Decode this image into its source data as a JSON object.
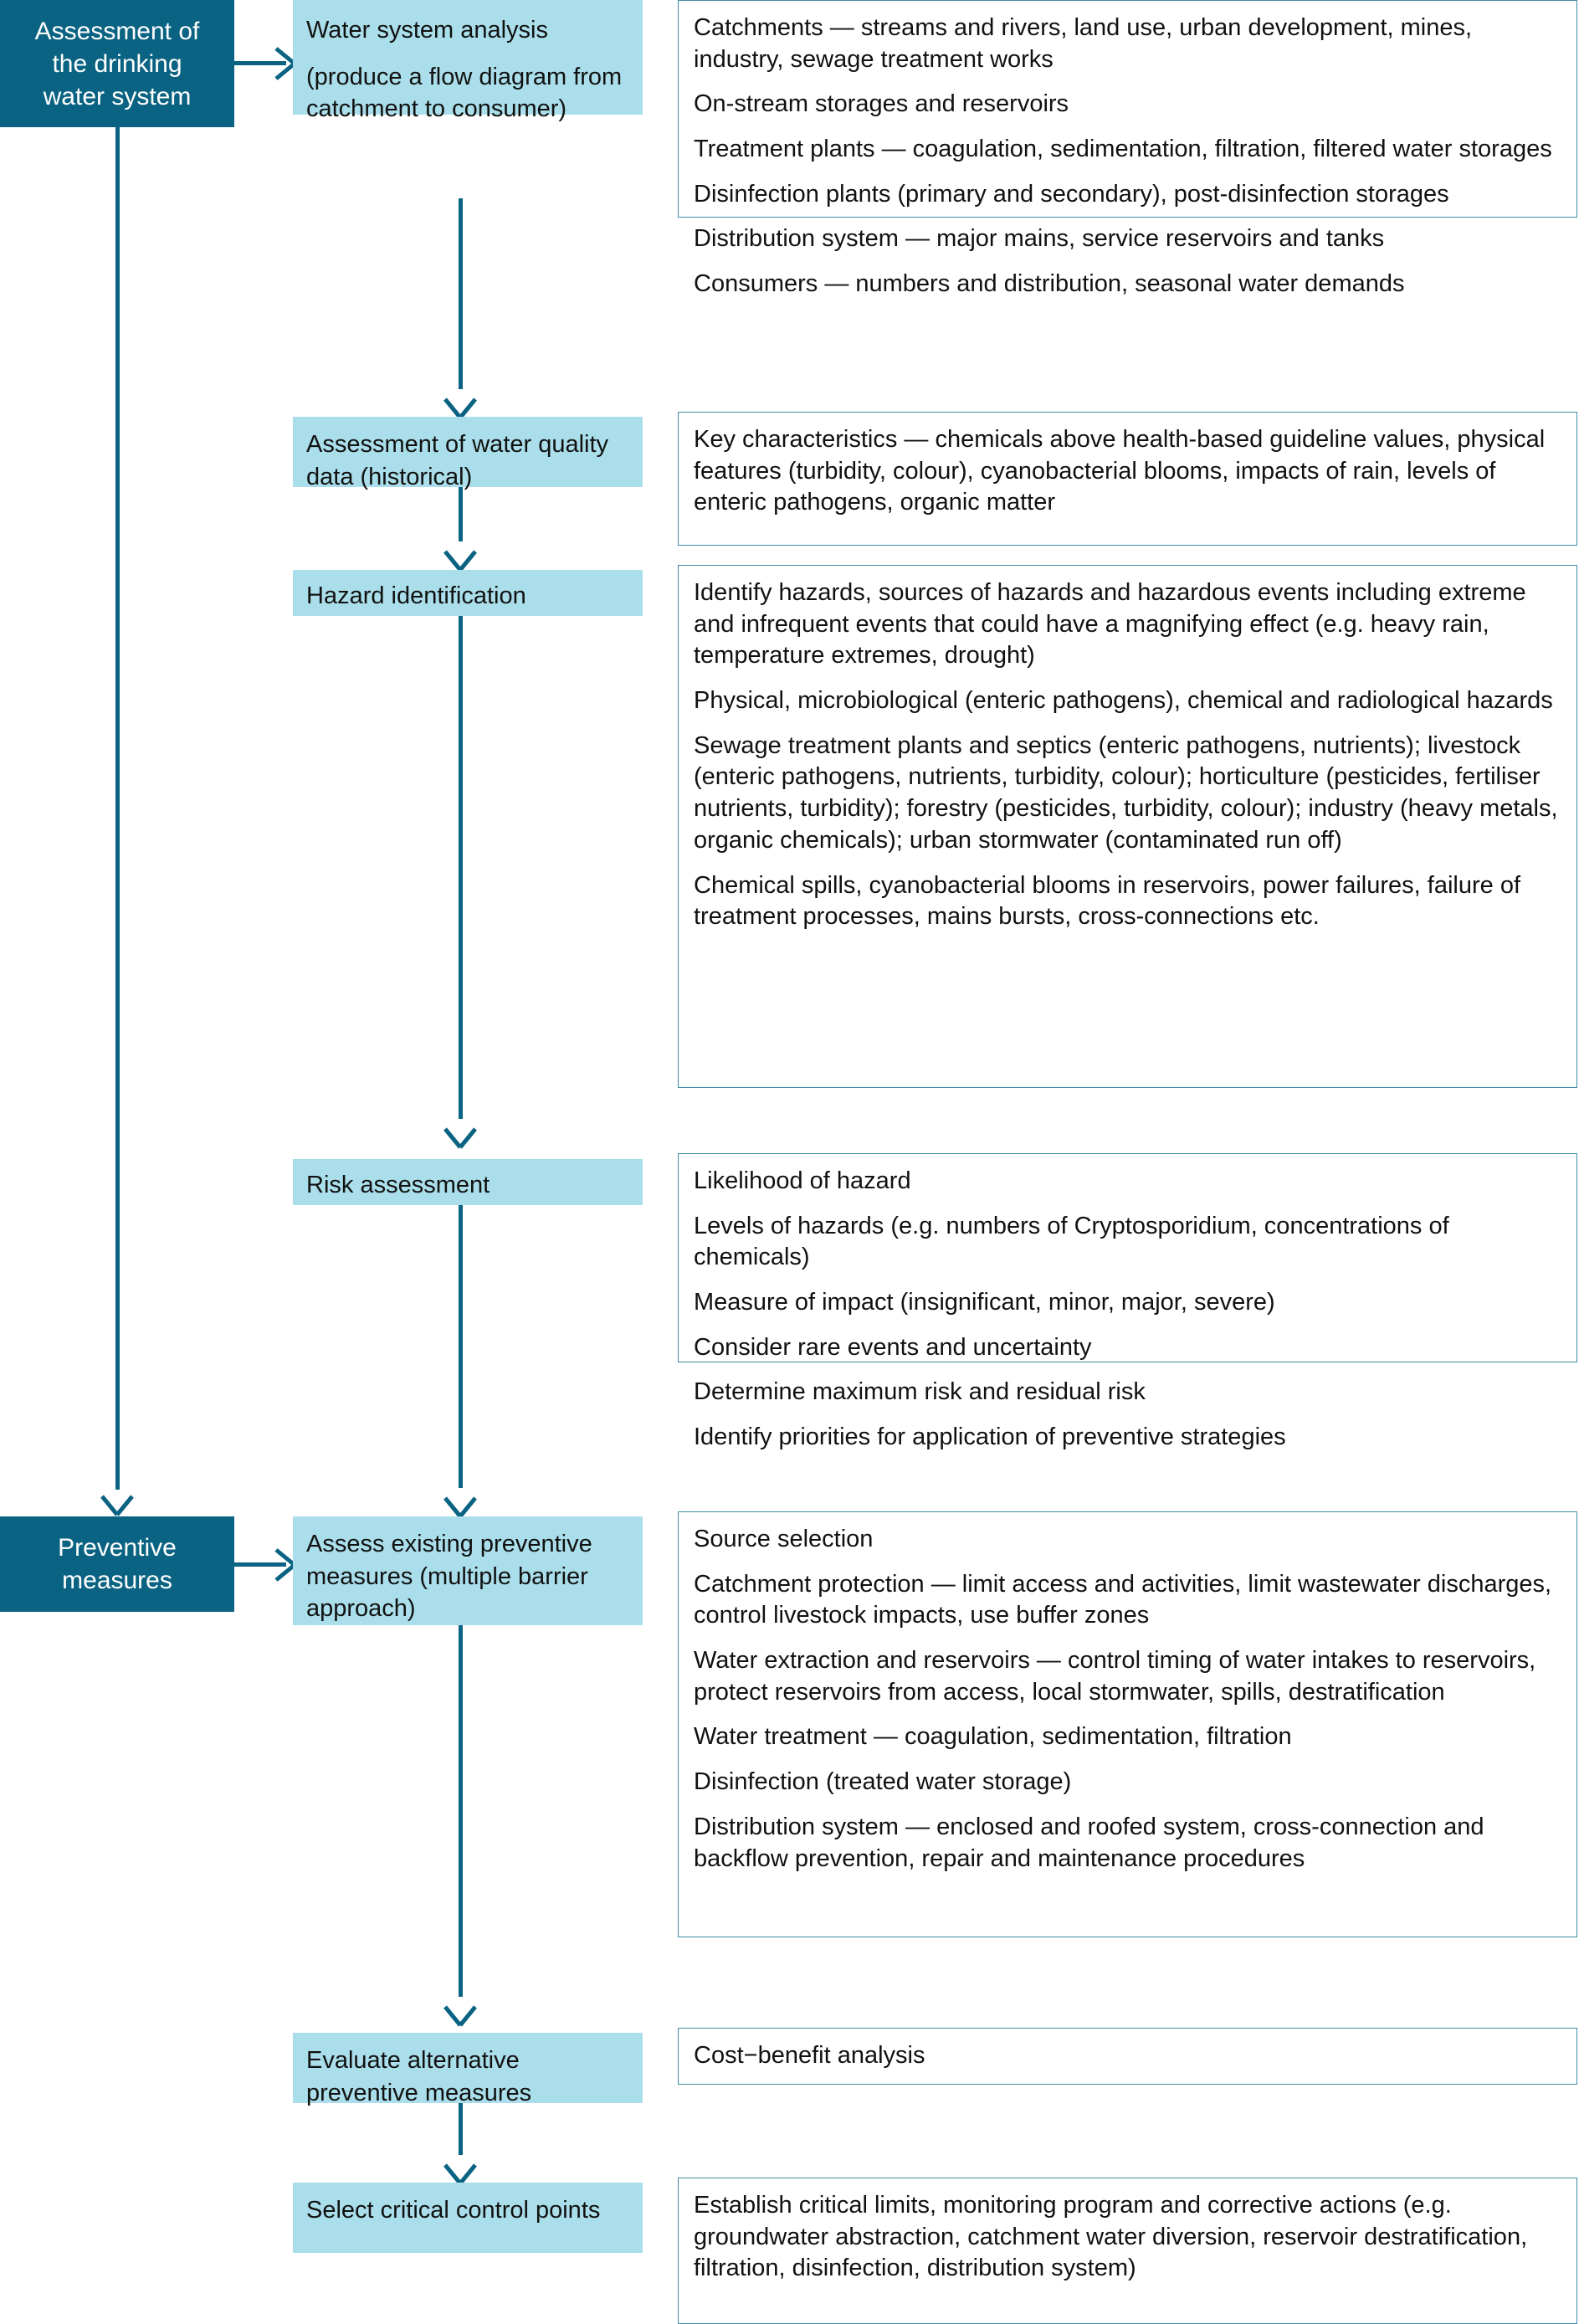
{
  "title": "Assessment of the drinking water system flow diagram",
  "colors": {
    "stage_fill": "#0a6382",
    "stage_text": "#ffffff",
    "step_fill": "#aadeea",
    "detail_border": "#3f8ca8",
    "connector": "#0a6382",
    "body_text": "#111111"
  },
  "stages": [
    {
      "id": "assessment",
      "label": "Assessment of\nthe drinking\nwater system"
    },
    {
      "id": "preventive",
      "label": "Preventive\nmeasures"
    }
  ],
  "steps": [
    {
      "id": "water-system-analysis",
      "label": "Water system analysis",
      "sublabel": "(produce a flow diagram from catchment to consumer)",
      "details": [
        "Catchments — streams and rivers, land use, urban development, mines, industry, sewage treatment works",
        "On-stream storages and reservoirs",
        "Treatment plants — coagulation, sedimentation, filtration, filtered water storages",
        "Disinfection plants (primary and secondary), post-disinfection storages",
        "Distribution system — major mains, service reservoirs and tanks",
        "Consumers — numbers and distribution, seasonal water demands"
      ]
    },
    {
      "id": "water-quality-data",
      "label": "Assessment of water quality data (historical)",
      "sublabel": "",
      "details": [
        "Key characteristics — chemicals above health-based guideline values, physical features (turbidity, colour), cyanobacterial blooms, impacts of rain, levels of enteric pathogens, organic matter"
      ]
    },
    {
      "id": "hazard-identification",
      "label": "Hazard identification",
      "sublabel": "",
      "details": [
        "Identify hazards, sources of hazards and hazardous events including extreme and infrequent events that could have a magnifying effect (e.g. heavy rain, temperature extremes, drought)",
        "Physical, microbiological (enteric pathogens), chemical and radiological hazards",
        "Sewage treatment plants and septics (enteric pathogens, nutrients); livestock (enteric pathogens, nutrients, turbidity, colour); horticulture (pesticides, fertiliser nutrients, turbidity); forestry (pesticides, turbidity, colour); industry (heavy metals, organic chemicals); urban stormwater (contaminated run off)",
        "Chemical spills, cyanobacterial blooms in reservoirs, power failures, failure of treatment processes, mains bursts, cross-connections etc."
      ]
    },
    {
      "id": "risk-assessment",
      "label": "Risk assessment",
      "sublabel": "",
      "details": [
        "Likelihood of hazard",
        "Levels of hazards (e.g. numbers of Cryptosporidium, concentrations of chemicals)",
        "Measure of impact (insignificant, minor, major, severe)",
        "Consider rare events and uncertainty",
        "Determine maximum risk and residual risk",
        "Identify priorities for application of preventive strategies"
      ]
    },
    {
      "id": "assess-existing-preventive-measures",
      "label": "Assess existing preventive measures (multiple barrier approach)",
      "sublabel": "",
      "details": [
        "Source selection",
        "Catchment protection — limit access and activities, limit wastewater discharges, control livestock impacts, use buffer zones",
        "Water extraction and reservoirs — control timing of water intakes to reservoirs, protect reservoirs from access, local stormwater, spills, destratification",
        "Water treatment — coagulation, sedimentation, filtration",
        "Disinfection (treated water storage)",
        "Distribution system — enclosed and roofed system, cross-connection and backflow prevention, repair and maintenance procedures"
      ]
    },
    {
      "id": "evaluate-alternative-preventive-measures",
      "label": "Evaluate alternative preventive measures",
      "sublabel": "",
      "details": [
        "Cost−benefit analysis"
      ]
    },
    {
      "id": "select-critical-control-points",
      "label": "Select critical control points",
      "sublabel": "",
      "details": [
        "Establish critical limits, monitoring program and corrective actions (e.g. groundwater abstraction, catchment water diversion, reservoir destratification, filtration, disinfection, distribution system)"
      ]
    }
  ]
}
